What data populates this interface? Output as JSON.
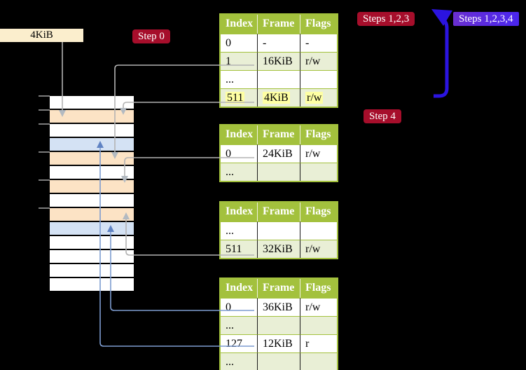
{
  "frame_label": "4KiB",
  "badges": {
    "step0": "Step 0",
    "steps123": "Steps 1,2,3",
    "steps1234": "Steps 1,2,3,4",
    "step4": "Step 4"
  },
  "page_tables": [
    {
      "name": "page-table-level-top",
      "headers": [
        "Index",
        "Frame",
        "Flags"
      ],
      "rows": [
        {
          "cells": [
            "0",
            "-",
            "-"
          ],
          "shade": false,
          "highlight": false
        },
        {
          "cells": [
            "1",
            "16KiB",
            "r/w"
          ],
          "shade": true,
          "highlight": false
        },
        {
          "cells": [
            "...",
            "",
            ""
          ],
          "shade": false,
          "highlight": false
        },
        {
          "cells": [
            "511",
            "4KiB",
            "r/w"
          ],
          "shade": true,
          "highlight": true
        }
      ]
    },
    {
      "name": "page-table-level-2",
      "headers": [
        "Index",
        "Frame",
        "Flags"
      ],
      "rows": [
        {
          "cells": [
            "0",
            "24KiB",
            "r/w"
          ],
          "shade": false,
          "highlight": false
        },
        {
          "cells": [
            "...",
            "",
            ""
          ],
          "shade": true,
          "highlight": false
        }
      ]
    },
    {
      "name": "page-table-level-3",
      "headers": [
        "Index",
        "Frame",
        "Flags"
      ],
      "rows": [
        {
          "cells": [
            "...",
            "",
            ""
          ],
          "shade": false,
          "highlight": false
        },
        {
          "cells": [
            "511",
            "32KiB",
            "r/w"
          ],
          "shade": true,
          "highlight": false
        }
      ]
    },
    {
      "name": "page-table-level-4",
      "headers": [
        "Index",
        "Frame",
        "Flags"
      ],
      "rows": [
        {
          "cells": [
            "0",
            "36KiB",
            "r/w"
          ],
          "shade": false,
          "highlight": false
        },
        {
          "cells": [
            "...",
            "",
            ""
          ],
          "shade": true,
          "highlight": false
        },
        {
          "cells": [
            "127",
            "12KiB",
            "r"
          ],
          "shade": false,
          "highlight": false
        },
        {
          "cells": [
            "...",
            "",
            ""
          ],
          "shade": true,
          "highlight": false
        }
      ]
    }
  ],
  "memory_rows": [
    "white",
    "peach",
    "white",
    "blue",
    "peach",
    "white",
    "peach",
    "white",
    "peach",
    "blue",
    "white",
    "white",
    "white",
    "white"
  ],
  "colors": {
    "background": "#000000",
    "table_header_green": "#a3c13d",
    "table_shade_green": "#e9efd6",
    "memory_peach": "#fce3c5",
    "memory_blue": "#d4e2f4",
    "frame_label_bg": "#fbeecd",
    "badge_red": "#a60e2b",
    "badge_blue_violet": "#5527e2",
    "highlight_yellow": "#feffa3",
    "connector_gray": "#b3b3b3",
    "connector_blue": "#7d9cd0",
    "big_arrow_blue": "#2b14e0"
  }
}
